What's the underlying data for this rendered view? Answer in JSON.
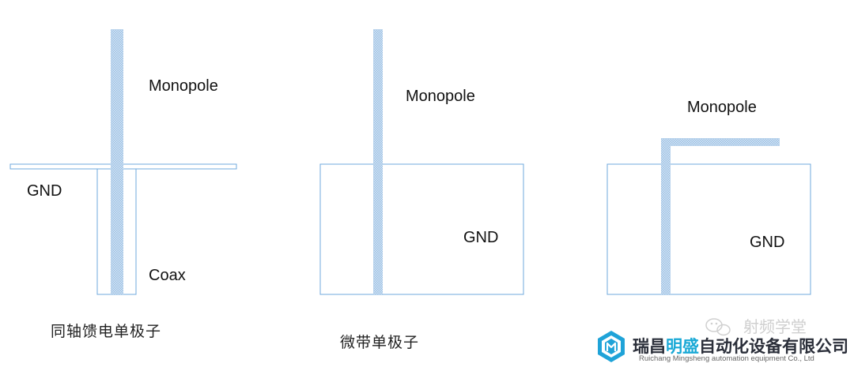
{
  "diagrams": [
    {
      "monopole_label": "Monopole",
      "gnd_label": "GND",
      "coax_label": "Coax",
      "caption": "同轴馈电单极子"
    },
    {
      "monopole_label": "Monopole",
      "gnd_label": "GND",
      "caption": "微带单极子"
    },
    {
      "monopole_label": "Monopole",
      "gnd_label": "GND"
    }
  ],
  "watermark": {
    "text": "射频学堂",
    "icon": "wechat-icon"
  },
  "brand": {
    "name_part1": "瑞昌",
    "name_highlight": "明盛",
    "name_part2": "自动化设备有限公司",
    "subtitle": "Ruichang Mingsheng automation equipment Co., Ltd",
    "logo_icon": "hexagon-m-logo-icon"
  },
  "colors": {
    "outline": "#6fa8dc",
    "element_fill": "#b8d3ec",
    "brand_highlight": "#1aa9d6"
  }
}
